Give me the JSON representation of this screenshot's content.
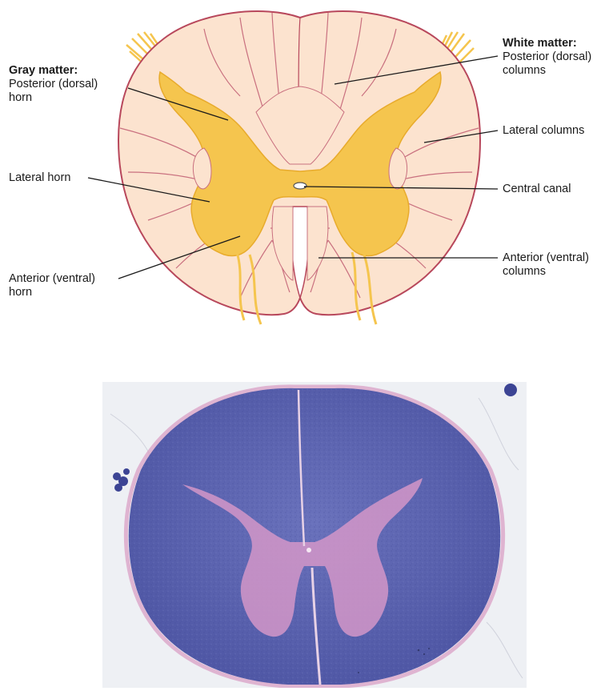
{
  "diagram": {
    "labels": {
      "gray_matter_heading": "Gray matter:",
      "posterior_horn_line1": "Posterior (dorsal)",
      "posterior_horn_line2": "horn",
      "lateral_horn": "Lateral horn",
      "anterior_horn_line1": "Anterior (ventral)",
      "anterior_horn_line2": "horn",
      "white_matter_heading": "White matter:",
      "posterior_columns_line1": "Posterior (dorsal)",
      "posterior_columns_line2": "columns",
      "lateral_columns": "Lateral columns",
      "central_canal": "Central canal",
      "anterior_columns_line1": "Anterior (ventral)",
      "anterior_columns_line2": "columns"
    },
    "colors": {
      "white_matter_fill": "#fce3cf",
      "white_matter_outline": "#b8485c",
      "gray_matter_fill": "#f5c54e",
      "gray_matter_edge": "#e8ab2c",
      "leader_line": "#1a1a1a"
    }
  },
  "histology": {
    "colors": {
      "background": "#eef0f4",
      "white_matter_stain": "#5c64b0",
      "gray_matter_stain": "#d497c8",
      "meninges": "#d89ac2"
    }
  }
}
